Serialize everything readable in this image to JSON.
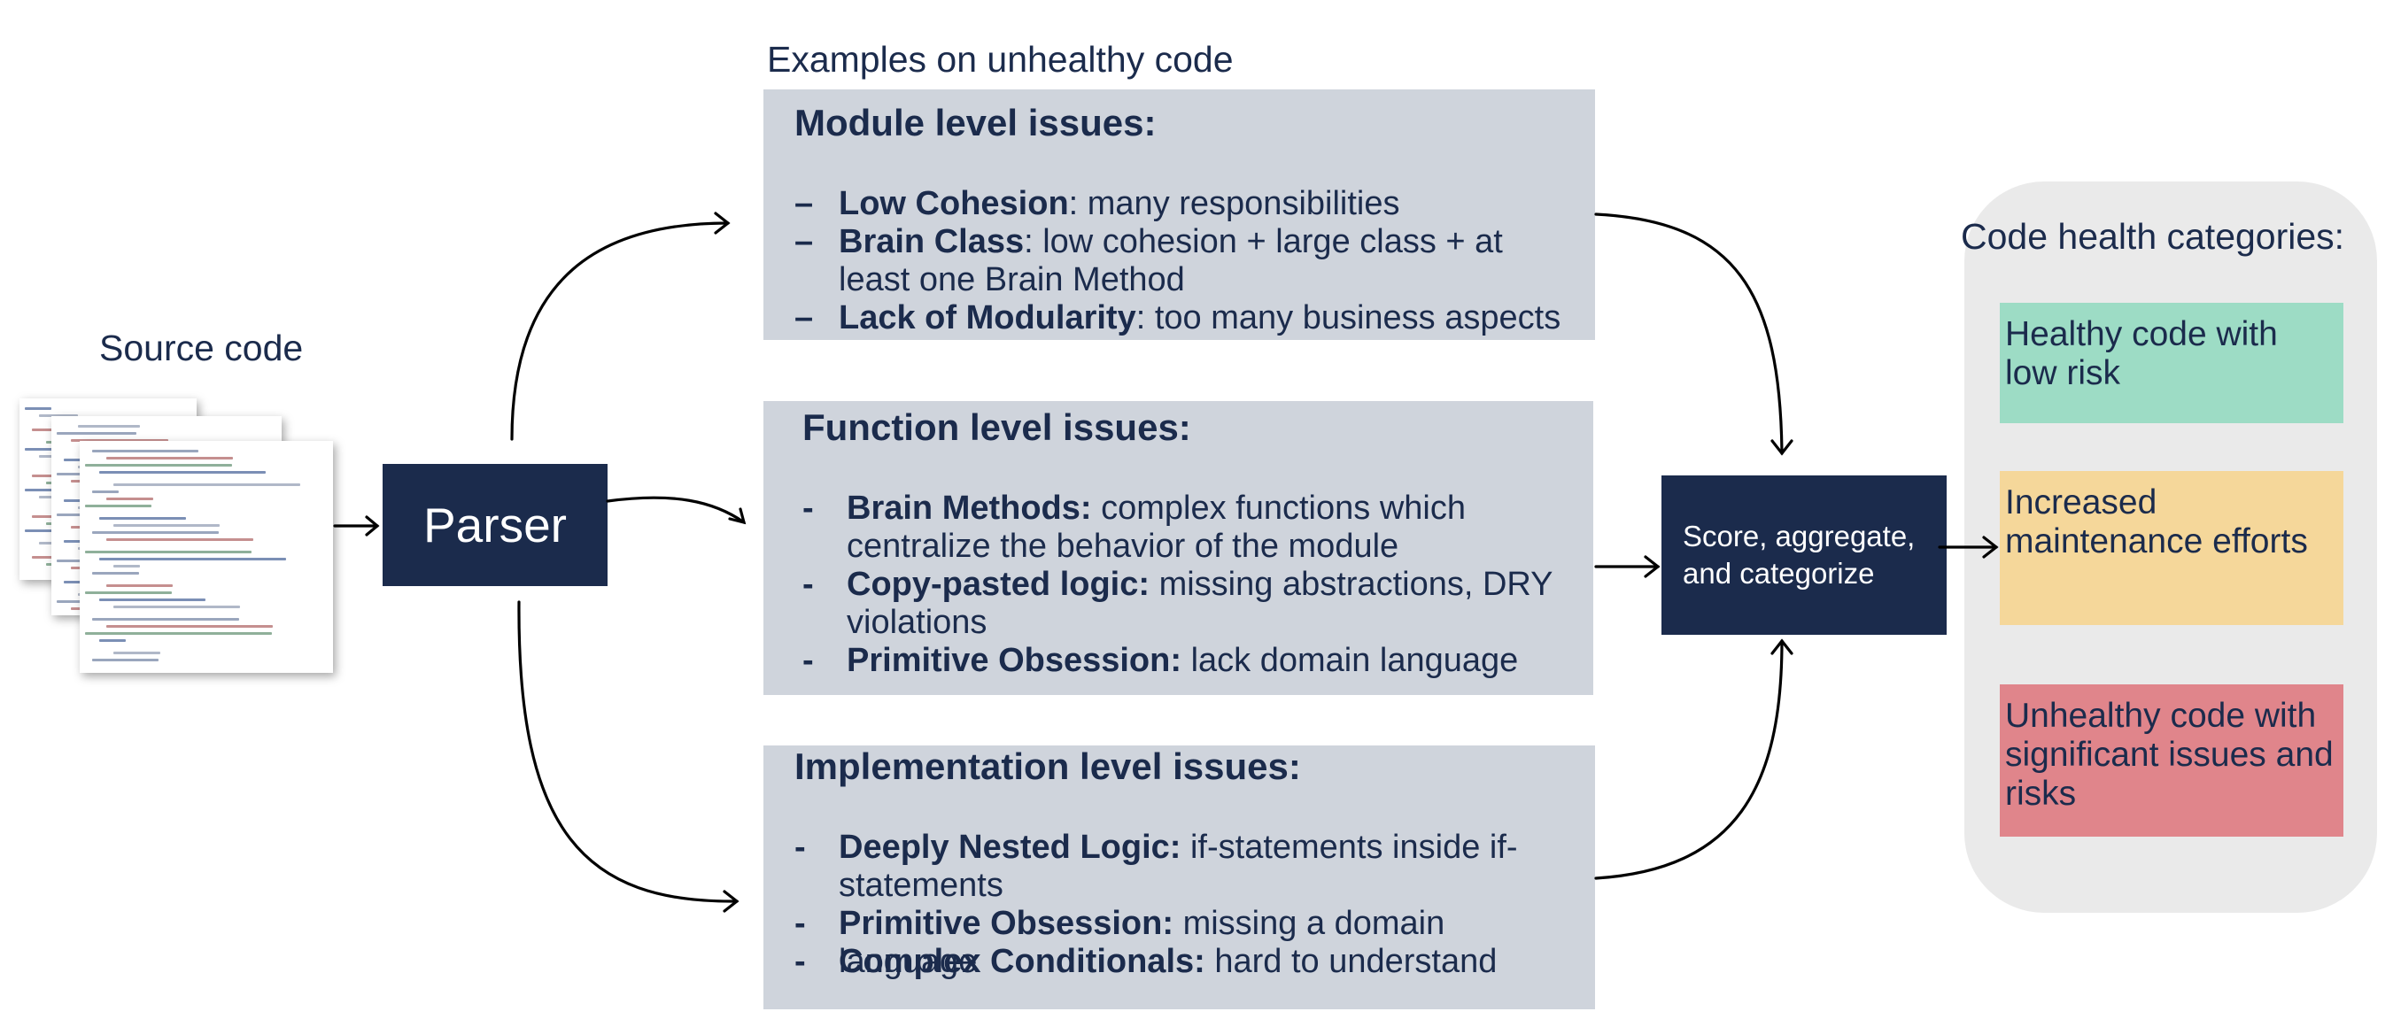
{
  "source": {
    "label": "Source code"
  },
  "parser": {
    "label": "Parser"
  },
  "examples": {
    "heading": "Examples on unhealthy code"
  },
  "panels": [
    {
      "title": "Module level issues:",
      "items": [
        {
          "dash": "–",
          "bold": "Low Cohesion",
          "rest": ": many responsibilities"
        },
        {
          "dash": "–",
          "bold": "Brain Class",
          "rest": ": low cohesion + large class + at least one Brain Method"
        },
        {
          "dash": "–",
          "bold": "Lack of Modularity",
          "rest": ": too many business aspects"
        }
      ]
    },
    {
      "title": "Function level issues:",
      "items": [
        {
          "dash": "-",
          "bold": "Brain Methods:",
          "rest": " complex functions which centralize the behavior of the module"
        },
        {
          "dash": "-",
          "bold": "Copy-pasted logic:",
          "rest": " missing abstractions, DRY violations"
        },
        {
          "dash": "-",
          "bold": "Primitive Obsession:",
          "rest": " lack domain language"
        }
      ]
    },
    {
      "title": "Implementation level issues:",
      "items": [
        {
          "dash": "-",
          "bold": "Deeply Nested Logic:",
          "rest": " if-statements inside if-statements"
        },
        {
          "dash": "-",
          "bold": "Primitive Obsession:",
          "rest": " missing a domain language"
        },
        {
          "dash": "-",
          "bold": "Complex Conditionals:",
          "rest": " hard to understand"
        }
      ]
    }
  ],
  "score": {
    "label": "Score, aggregate, and categorize"
  },
  "categories": {
    "heading": "Code health categories:",
    "items": [
      {
        "label": "Healthy code with low risk",
        "color": "#9ddcc5"
      },
      {
        "label": "Increased maintenance efforts",
        "color": "#f5d79a"
      },
      {
        "label": "Unhealthy code with significant issues and risks",
        "color": "#e0858b"
      }
    ]
  },
  "colors": {
    "navy": "#1b2b4c",
    "panel": "#cfd4dc",
    "category_bg": "#eaeaea"
  }
}
